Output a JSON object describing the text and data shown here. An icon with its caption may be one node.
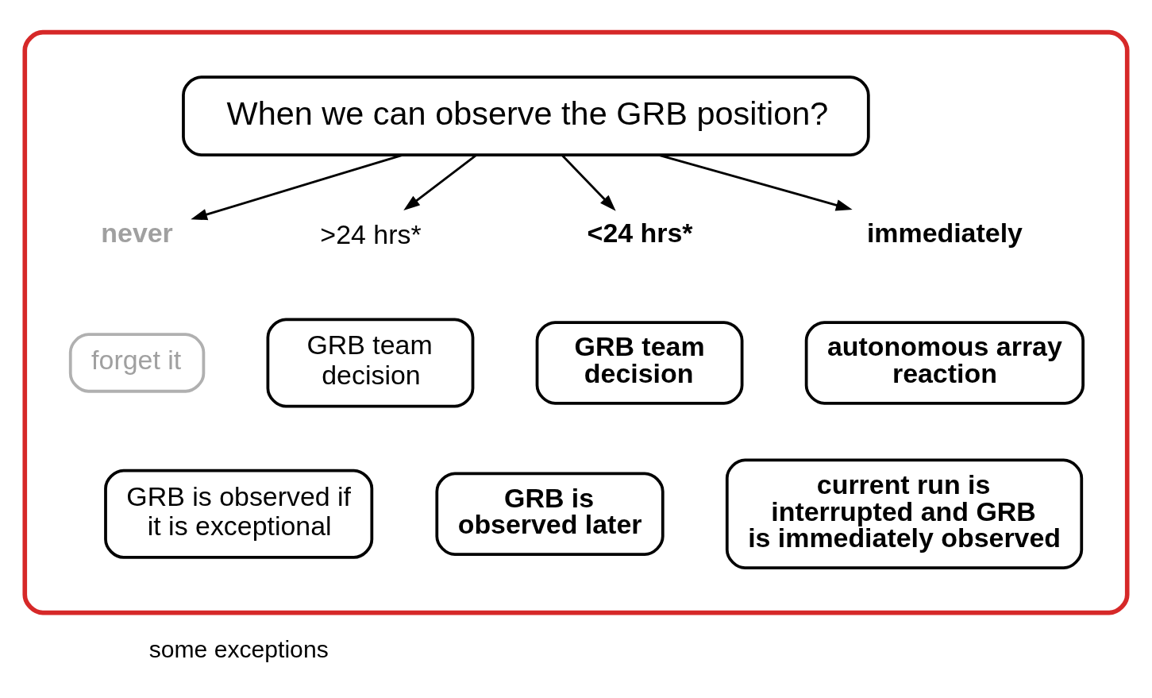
{
  "diagram": {
    "nodes": [
      {
        "text": [],
        "shape": "cloud"
      },
      {
        "text": [
          "When we can observe the GRB position?"
        ],
        "in": 0
      },
      {
        "text": [
          "never"
        ],
        "in": 0
      },
      {
        "text": [
          ">24 hrs*"
        ],
        "in": 0
      },
      {
        "text": [
          "<24 hrs*"
        ],
        "in": 0
      },
      {
        "text": [
          "immediately"
        ],
        "in": 0
      },
      {
        "text": [
          "forget it"
        ],
        "in": 0
      },
      {
        "text": [
          "GRB team decision"
        ],
        "in": 0
      },
      {
        "text": [
          "GRB team decision"
        ],
        "in": 0
      },
      {
        "text": [
          "autonomous array reaction"
        ],
        "in": 0
      },
      {
        "text": [
          "GRB is observed if it is exceptional"
        ],
        "in": 0
      },
      {
        "text": [
          "GRB is observed later"
        ],
        "in": 0
      },
      {
        "text": [
          "current run is interrupted and GRB is immediately observed"
        ],
        "in": 0
      }
    ],
    "edges": [
      {
        "from": 1,
        "to": 2,
        "arrow": "to"
      },
      {
        "from": 1,
        "to": 3,
        "arrow": "to"
      },
      {
        "from": 1,
        "to": 4,
        "arrow": "to"
      },
      {
        "from": 1,
        "to": 5,
        "arrow": "to"
      }
    ],
    "labels": [
      "some exceptions"
    ]
  }
}
